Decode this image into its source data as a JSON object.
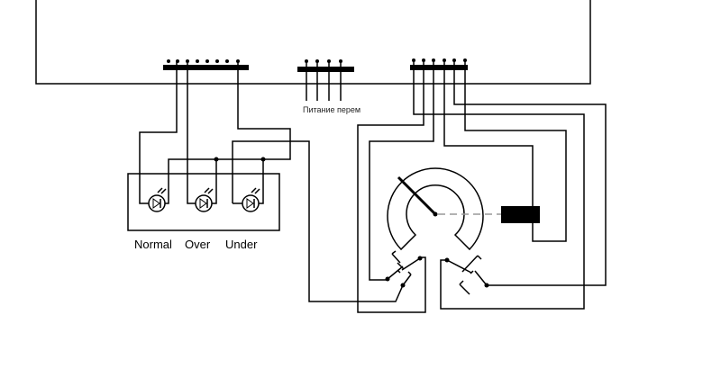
{
  "diagram": {
    "power_label": "Питание перем",
    "led_labels": [
      "Normal",
      "Over",
      "Under"
    ],
    "colors": {
      "line": "#000000",
      "dashed_link": "#999999",
      "background": "#ffffff"
    }
  }
}
